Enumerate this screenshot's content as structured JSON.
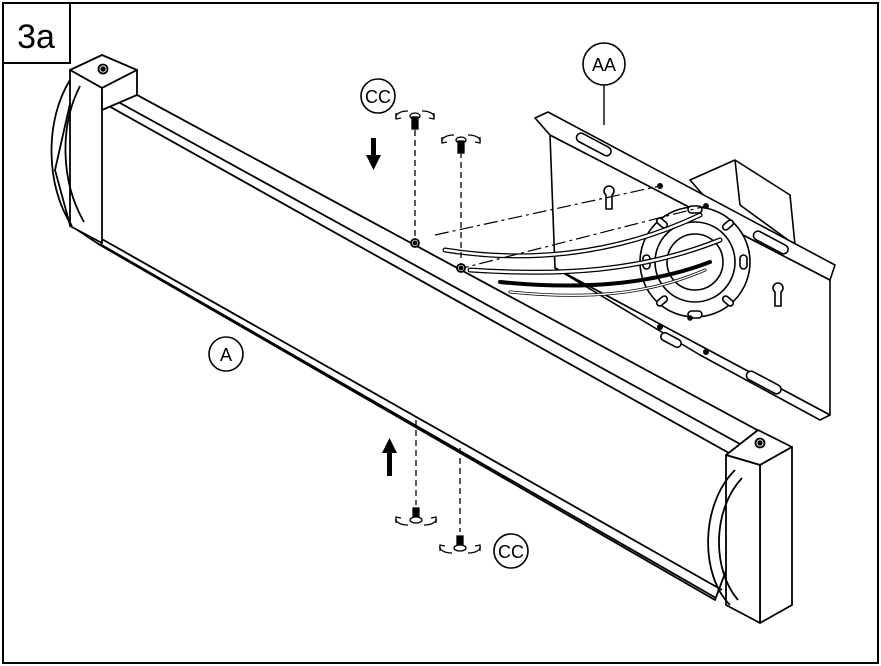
{
  "step": {
    "number": "3a"
  },
  "labels": {
    "mounting_plate": "AA",
    "fixture": "A",
    "screw_top": "CC",
    "screw_bottom": "CC"
  },
  "colors": {
    "ink": "#000000",
    "paper": "#ffffff",
    "shade": "#e8e8e8"
  }
}
